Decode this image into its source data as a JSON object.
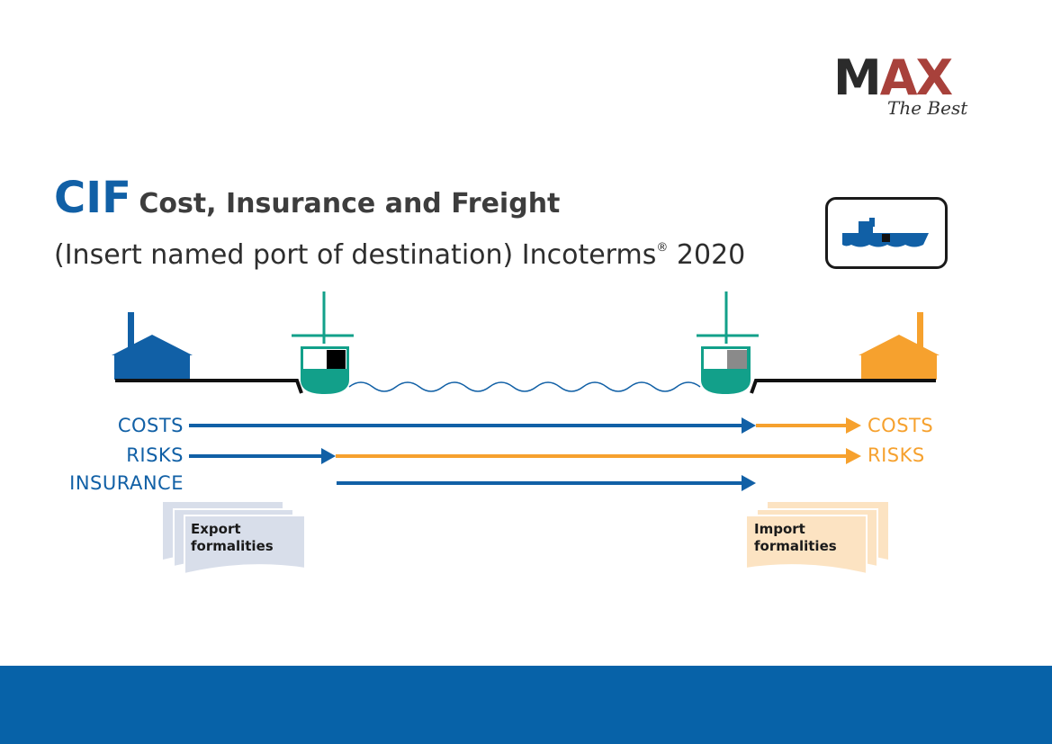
{
  "logo": {
    "main_m": "M",
    "main_ax": "AX",
    "tagline": "The Best"
  },
  "title": {
    "abbr": "CIF",
    "full": "Cost, Insurance and Freight"
  },
  "subtitle": {
    "text": "(Insert named port of destination) Incoterms",
    "mark": "®",
    "year": "2020"
  },
  "mode_icon": "ship-icon",
  "labels": {
    "costs_left": "COSTS",
    "risks_left": "RISKS",
    "insurance_left": "INSURANCE",
    "costs_right": "COSTS",
    "risks_right": "RISKS"
  },
  "documents": {
    "export": {
      "line1": "Export",
      "line2": "formalities"
    },
    "import": {
      "line1": "Import",
      "line2": "formalities"
    }
  },
  "colors": {
    "seller": "#1160a6",
    "buyer": "#f6a12e",
    "ship": "#12a08a",
    "export_doc": "#d8deea",
    "import_doc": "#fce3c2",
    "footer": "#0762a8"
  }
}
